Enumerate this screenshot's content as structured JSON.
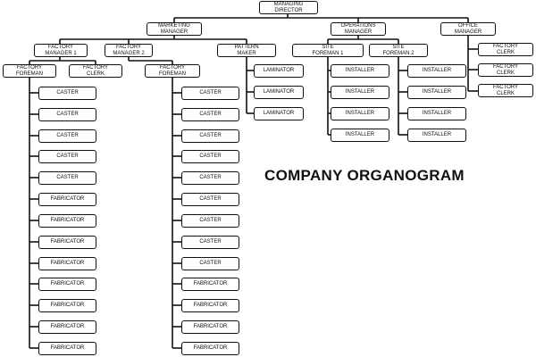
{
  "title": "COMPANY ORGANOGRAM",
  "colors": {
    "line": "#111111",
    "box_border": "#111111",
    "background": "#ffffff"
  },
  "nodes": {
    "director": "MANAGING\nDIRECTOR",
    "marketing_manager": "MARKETING\nMANAGER",
    "operations_manager": "OPERATIONS\nMANAGER",
    "office_manager": "OFFICE\nMANAGER",
    "factory_manager_1": "FACTORY\nMANAGER 1",
    "factory_manager_2": "FACTORY\nMANAGER 2",
    "pattern_maker": "PATTERN\nMAKER",
    "site_foreman_1": "SITE\nFOREMAN 1",
    "site_foreman_2": "SITE\nFOREMAN 2",
    "factory_foreman_1": "FACTORY\nFOREMAN",
    "factory_clerk_fm1": "FACTORY\nCLERK",
    "factory_foreman_2": "FACTORY\nFOREMAN",
    "ff1_staff": [
      "CASTER",
      "CASTER",
      "CASTER",
      "CASTER",
      "CASTER",
      "FABRICATOR",
      "FABRICATOR",
      "FABRICATOR",
      "FABRICATOR",
      "FABRICATOR",
      "FABRICATOR",
      "FABRICATOR",
      "FABRICATOR"
    ],
    "ff2_staff": [
      "CASTER",
      "CASTER",
      "CASTER",
      "CASTER",
      "CASTER",
      "CASTER",
      "CASTER",
      "CASTER",
      "CASTER",
      "FABRICATOR",
      "FABRICATOR",
      "FABRICATOR",
      "FABRICATOR"
    ],
    "pattern_staff": [
      "LAMINATOR",
      "LAMINATOR",
      "LAMINATOR"
    ],
    "sf1_staff": [
      "INSTALLER",
      "INSTALLER",
      "INSTALLER",
      "INSTALLER"
    ],
    "sf2_staff": [
      "INSTALLER",
      "INSTALLER",
      "INSTALLER",
      "INSTALLER"
    ],
    "office_staff": [
      "FACTORY\nCLERK",
      "FACTORY\nCLERK",
      "FACTORY\nCLERK"
    ]
  }
}
